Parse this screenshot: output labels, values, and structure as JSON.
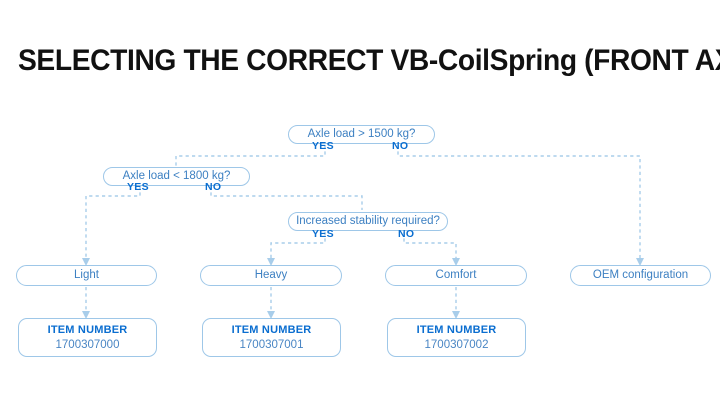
{
  "page": {
    "title": "SELECTING THE CORRECT VB-CoilSpring (FRONT AXLE)",
    "background": "#ffffff"
  },
  "colors": {
    "title_text": "#111111",
    "node_border": "#9ec7e8",
    "node_text": "#3d80c2",
    "label_text": "#0b6ed0",
    "connector": "#a8cdea",
    "item_value_text": "#4a86c4"
  },
  "flowchart": {
    "type": "decision-tree",
    "decisions": [
      {
        "id": "d1",
        "question": "Axle load > 1500 kg?",
        "yes_label": "YES",
        "no_label": "NO",
        "yes_target": "d2",
        "no_target": "r4"
      },
      {
        "id": "d2",
        "question": "Axle load < 1800 kg?",
        "yes_label": "YES",
        "no_label": "NO",
        "yes_target": "r1",
        "no_target": "d3"
      },
      {
        "id": "d3",
        "question": "Increased stability required?",
        "yes_label": "YES",
        "no_label": "NO",
        "yes_target": "r2",
        "no_target": "r3"
      }
    ],
    "results": [
      {
        "id": "r1",
        "label": "Light"
      },
      {
        "id": "r2",
        "label": "Heavy"
      },
      {
        "id": "r3",
        "label": "Comfort"
      },
      {
        "id": "r4",
        "label": "OEM configuration"
      }
    ],
    "items": [
      {
        "id": "i1",
        "title": "ITEM NUMBER",
        "value": "1700307000",
        "from": "r1"
      },
      {
        "id": "i2",
        "title": "ITEM NUMBER",
        "value": "1700307001",
        "from": "r2"
      },
      {
        "id": "i3",
        "title": "ITEM NUMBER",
        "value": "1700307002",
        "from": "r3"
      }
    ]
  }
}
